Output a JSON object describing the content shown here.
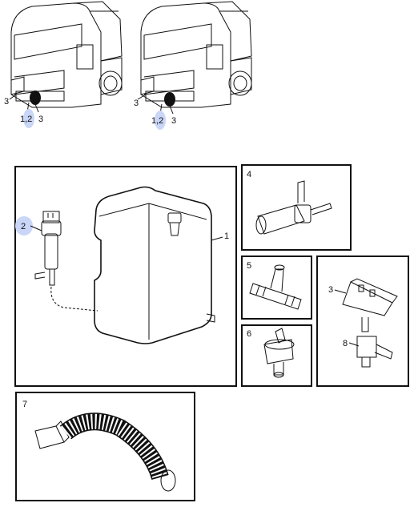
{
  "trucks": [
    {
      "callouts": [
        {
          "id": "t1-left",
          "text": "3"
        },
        {
          "id": "t1-bottom-left",
          "text": "1,2"
        },
        {
          "id": "t1-bottom-right",
          "text": "3"
        }
      ]
    },
    {
      "callouts": [
        {
          "id": "t2-left",
          "text": "3"
        },
        {
          "id": "t2-bottom-left",
          "text": "1,2"
        },
        {
          "id": "t2-bottom-right",
          "text": "3"
        }
      ]
    }
  ],
  "panels": {
    "main": {
      "callouts": {
        "pump": "2",
        "tank": "1"
      }
    },
    "valve": {
      "number": "4"
    },
    "tee": {
      "number": "5"
    },
    "check_valve": {
      "number": "6"
    },
    "nozzle": {
      "number": "3",
      "fitting": "8"
    },
    "hose": {
      "number": "7"
    }
  },
  "colors": {
    "highlight": "#c9d6f7",
    "line": "#111111"
  }
}
